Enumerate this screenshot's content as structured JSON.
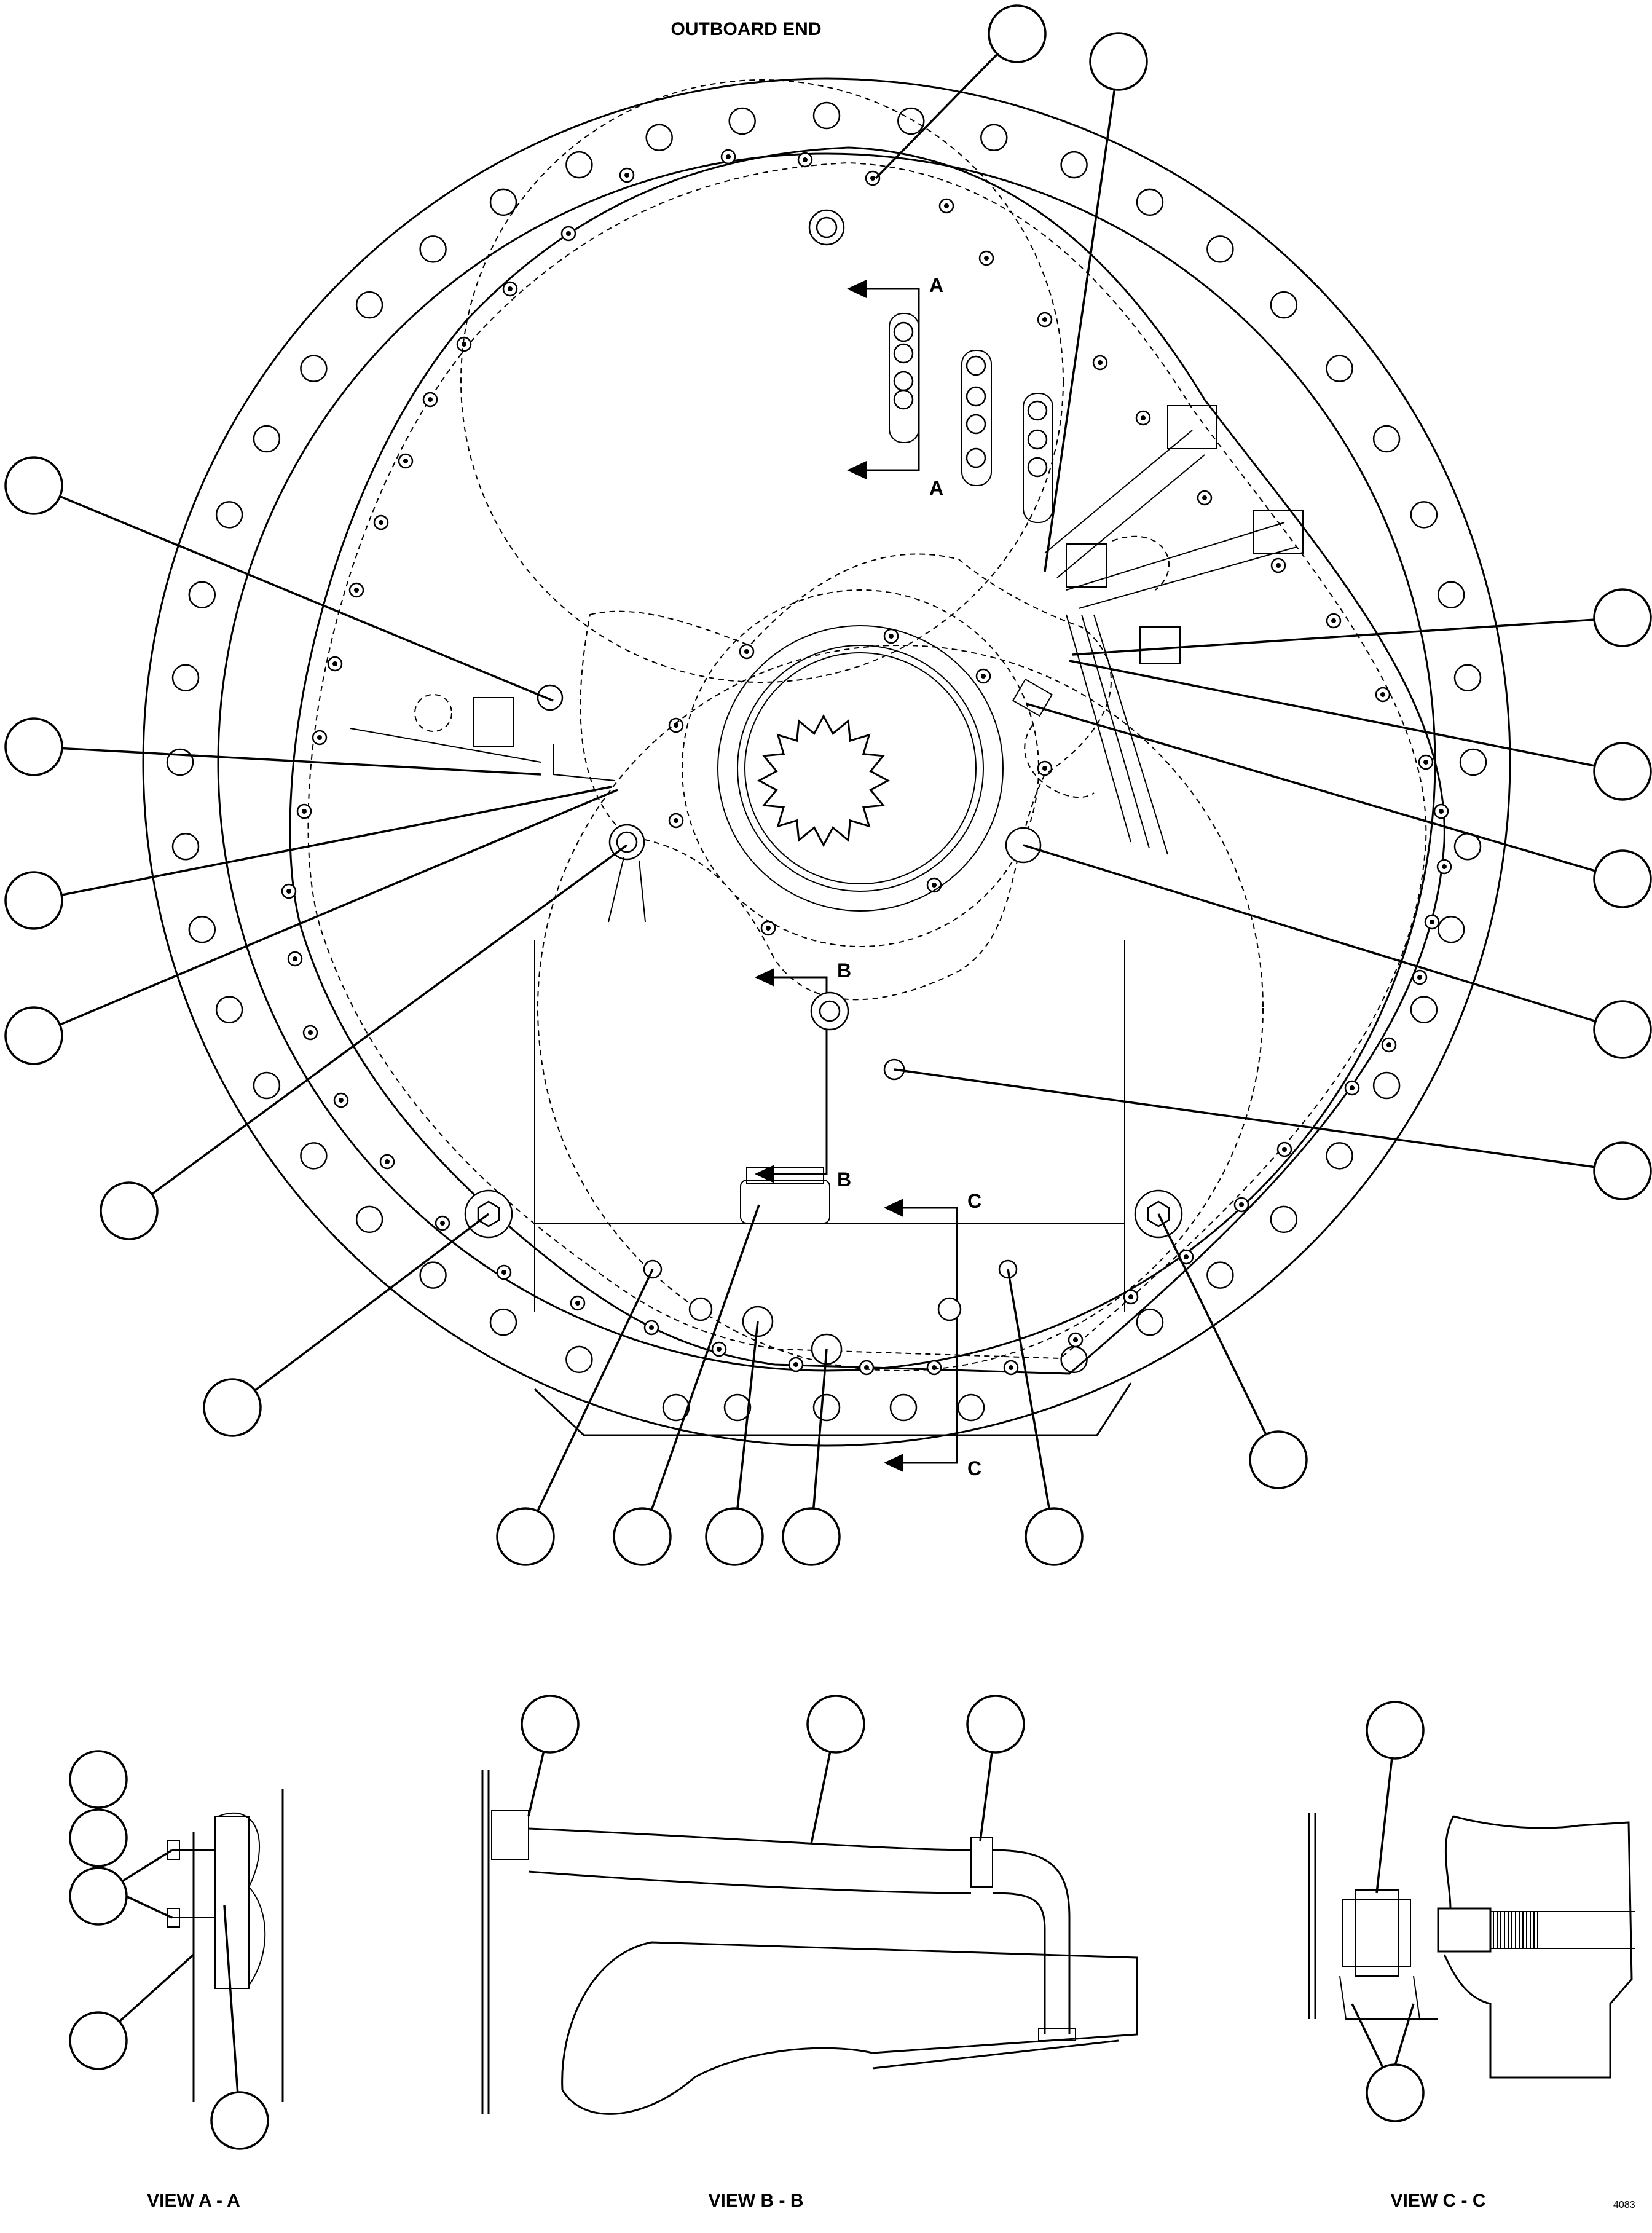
{
  "labels": {
    "top": "OUTBOARD END",
    "view_a": "VIEW A - A",
    "view_b": "VIEW B - B",
    "view_c": "VIEW C - C",
    "drawing_number": "4083"
  },
  "section_markers": {
    "a": "A",
    "b": "B",
    "c": "C"
  }
}
